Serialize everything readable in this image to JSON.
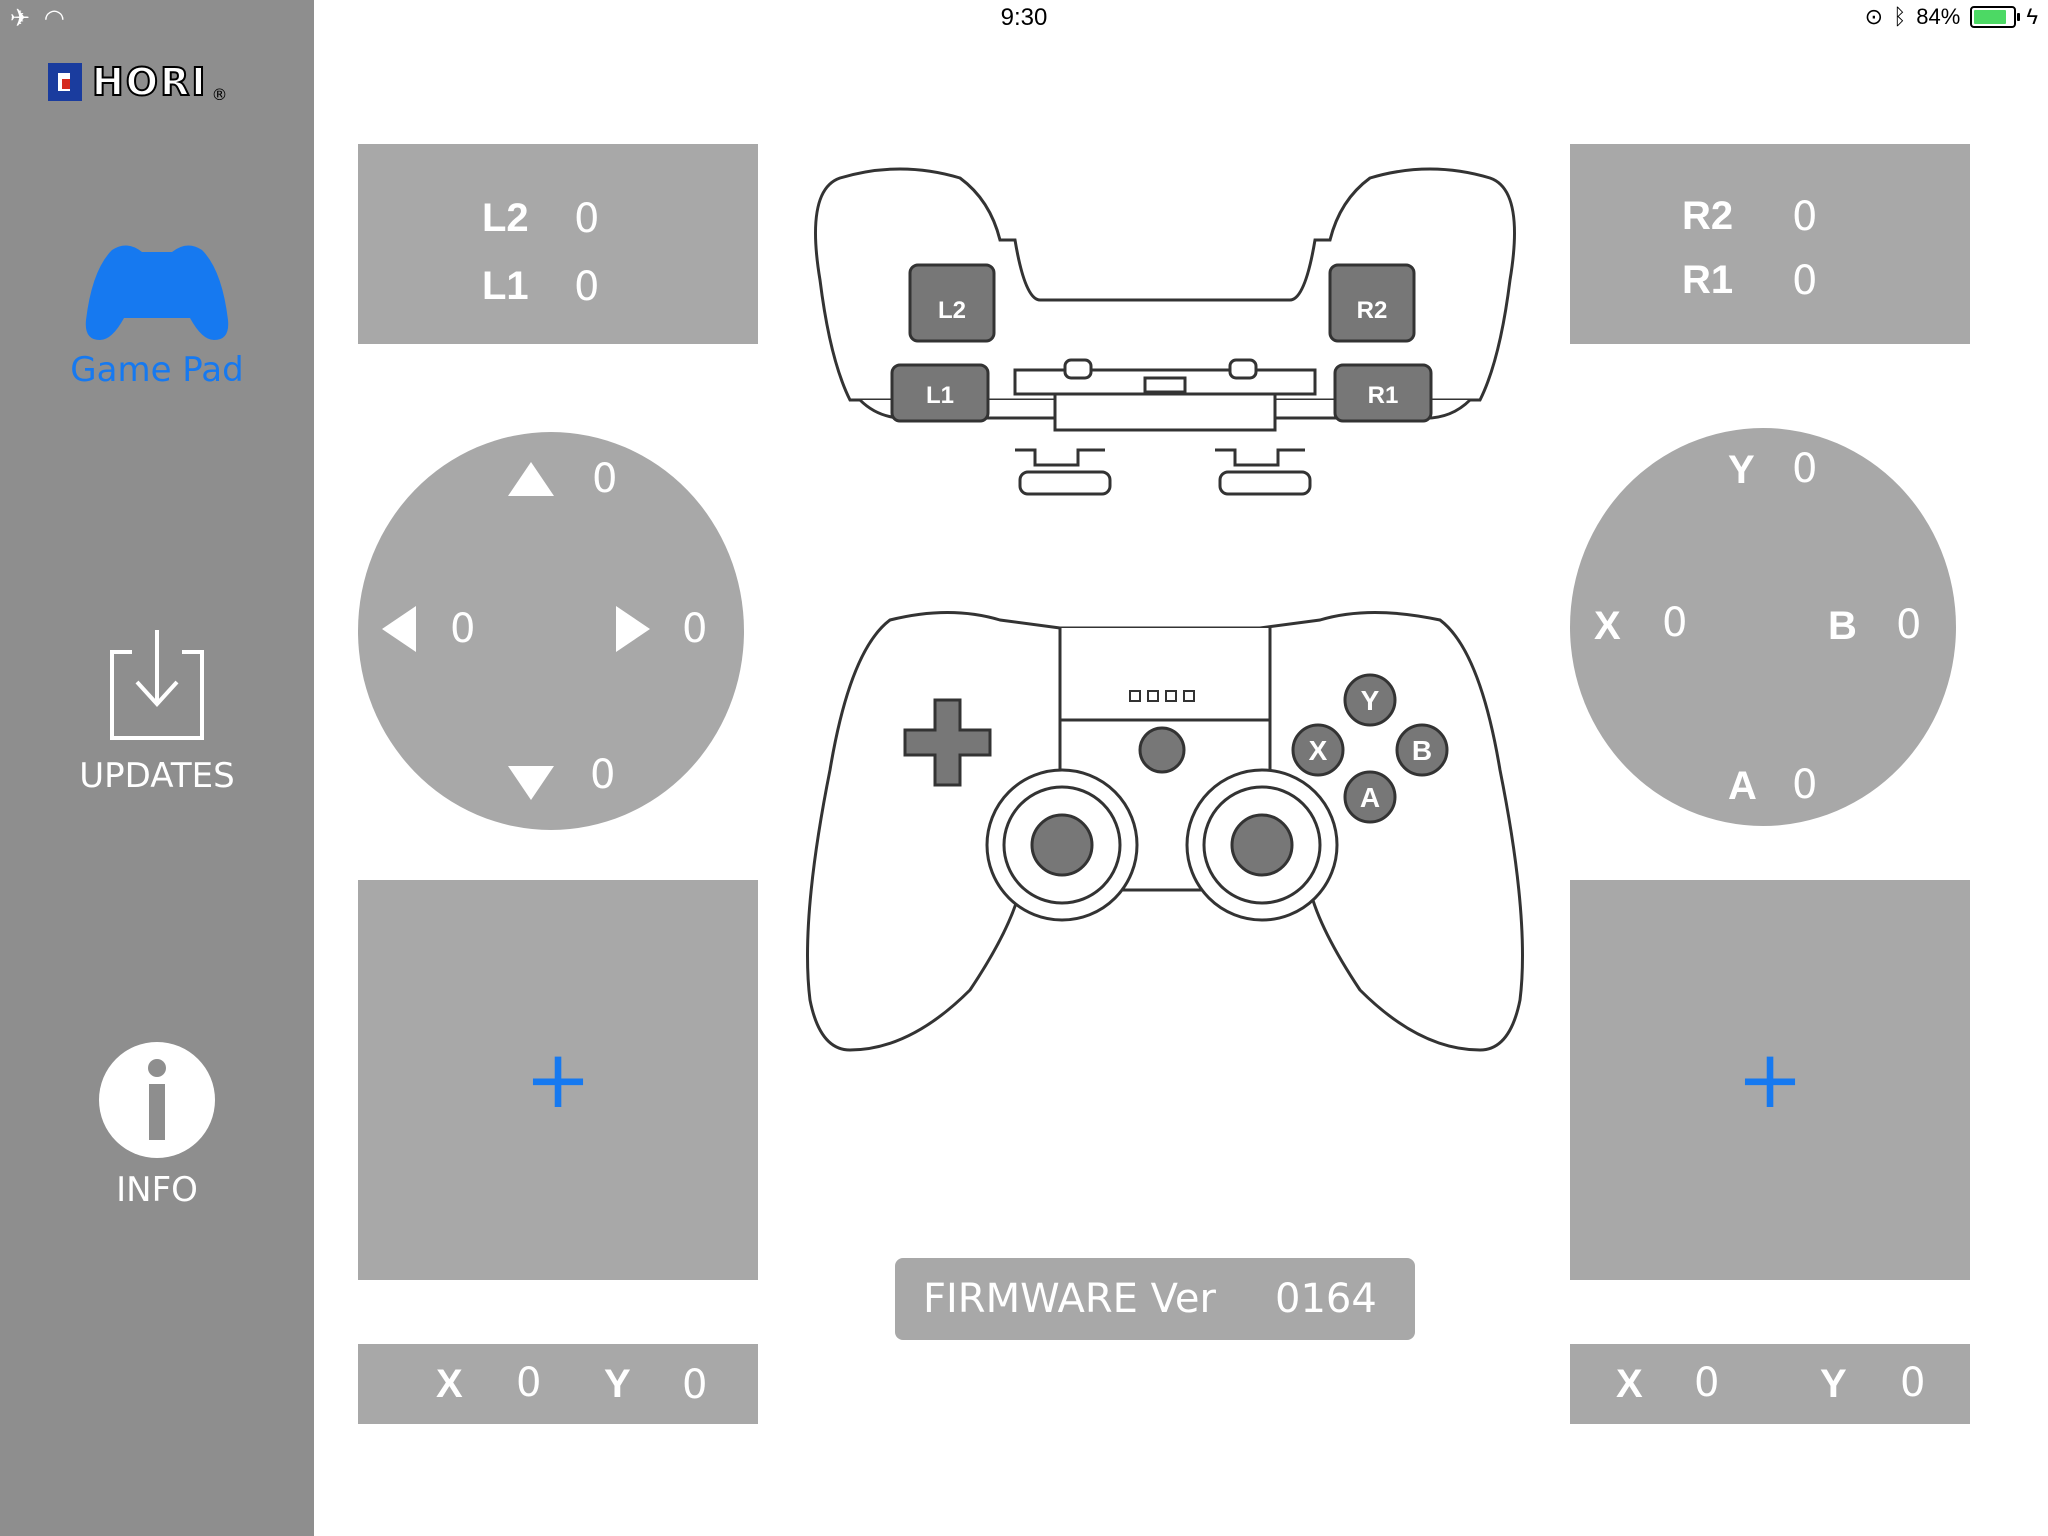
{
  "status_bar": {
    "time": "9:30",
    "battery_text": "84%",
    "battery_level": 0.84
  },
  "sidebar": {
    "logo_text": "HORI",
    "logo_reg": "®",
    "items": [
      {
        "label": "Game Pad",
        "icon": "gamepad-icon",
        "active": true
      },
      {
        "label": "UPDATES",
        "icon": "download-icon",
        "active": false
      },
      {
        "label": "INFO",
        "icon": "info-icon",
        "active": false
      }
    ],
    "colors": {
      "background": "#8e8e8e",
      "active": "#1679f0"
    }
  },
  "triggers_left": {
    "l2_label": "L2",
    "l2_value": "0",
    "l1_label": "L1",
    "l1_value": "0"
  },
  "triggers_right": {
    "r2_label": "R2",
    "r2_value": "0",
    "r1_label": "R1",
    "r1_value": "0"
  },
  "dpad": {
    "up_value": "0",
    "left_value": "0",
    "right_value": "0",
    "down_value": "0"
  },
  "face_buttons": {
    "y_label": "Y",
    "y_value": "0",
    "x_label": "X",
    "x_value": "0",
    "b_label": "B",
    "b_value": "0",
    "a_label": "A",
    "a_value": "0"
  },
  "left_stick": {
    "plus": "+",
    "x_label": "X",
    "x_value": "0",
    "y_label": "Y",
    "y_value": "0"
  },
  "right_stick": {
    "plus": "+",
    "x_label": "X",
    "x_value": "0",
    "y_label": "Y",
    "y_value": "0"
  },
  "controller_diagram": {
    "top_labels": [
      "L2",
      "R2",
      "L1",
      "R1"
    ],
    "face_labels": [
      "Y",
      "X",
      "B",
      "A"
    ]
  },
  "firmware": {
    "label": "FIRMWARE Ver",
    "version": "0164"
  },
  "colors": {
    "panel": "#a8a8a8",
    "accent": "#1679f0"
  }
}
